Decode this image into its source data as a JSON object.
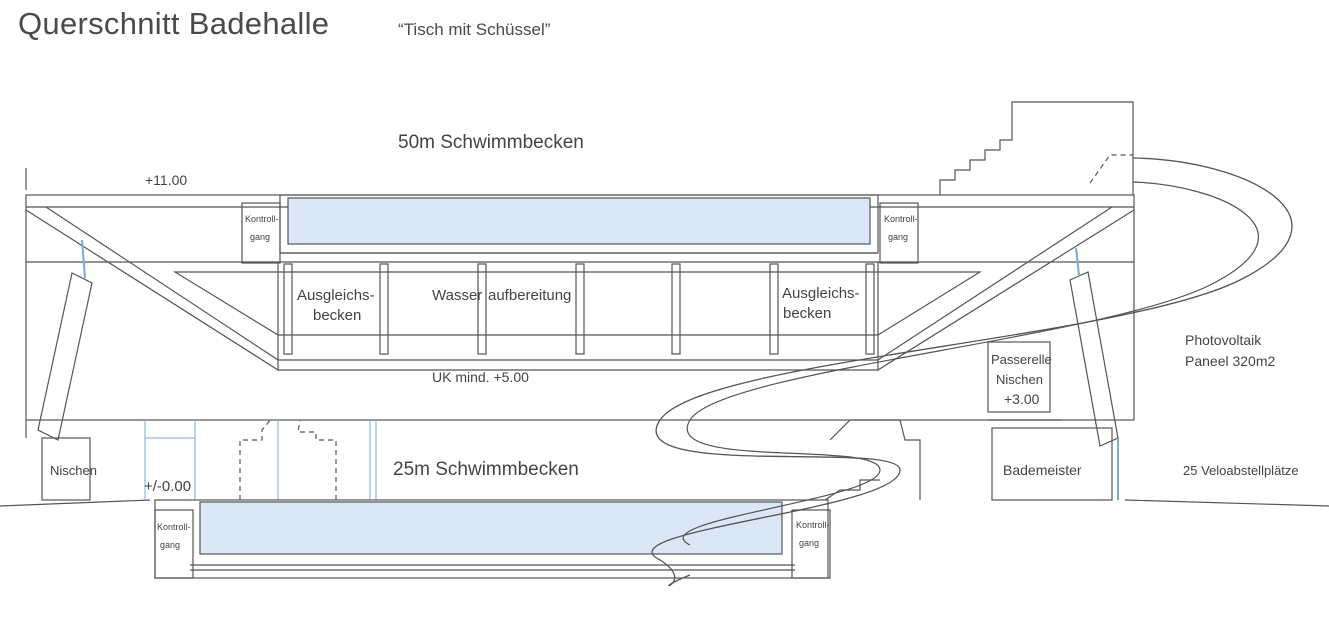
{
  "header": {
    "title": "Querschnitt Badehalle",
    "subtitle": "“Tisch mit Schüssel”"
  },
  "labels": {
    "pool_50": "50m Schwimmbecken",
    "pool_25": "25m Schwimmbecken",
    "level_top": "+11.00",
    "level_ground": "+/-0.00",
    "level_uk": "UK mind. +5.00",
    "level_passerelle": "+3.00",
    "kontrollgang_line1": "Kontroll-",
    "kontrollgang_line2": "gang",
    "ausgleich_line1": "Ausgleichs-",
    "ausgleich_line2": "becken",
    "wasser": "Wasser",
    "aufbereitung": "aufbereitung",
    "passerelle_line1": "Passerelle",
    "passerelle_line2": "Nischen",
    "nischen": "Nischen",
    "bademeister": "Bademeister",
    "velo": "25 Veloabstellplätze",
    "pv_line1": "Photovoltaik",
    "pv_line2": "Paneel 320m2"
  },
  "colors": {
    "water": "#dbe7f7",
    "line": "#555555",
    "glass": "#7fa8d8"
  }
}
